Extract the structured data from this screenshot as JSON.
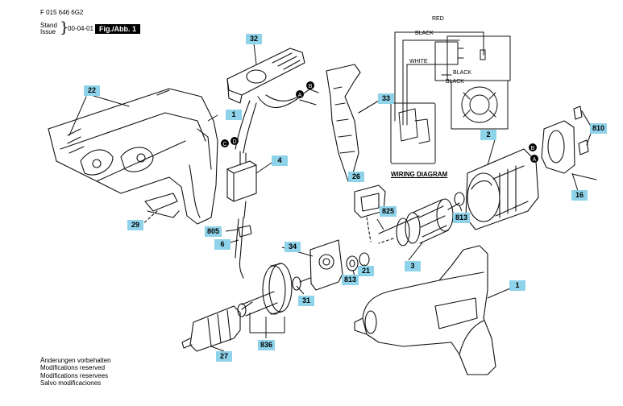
{
  "header": {
    "doc_id": "F 015 646 6G2",
    "stand_issue": [
      "Stand",
      "Issue"
    ],
    "date": "00-04-01",
    "fig_label": "Fig./Abb. 1"
  },
  "wiring": {
    "title": "WIRING DIAGRAM",
    "labels": [
      "RED",
      "BLACK",
      "WHITE",
      "BLACK",
      "BLACK"
    ]
  },
  "connectors": [
    "A",
    "B",
    "C",
    "D",
    "B",
    "A"
  ],
  "callouts": {
    "c32": "32",
    "c22": "22",
    "c1a": "1",
    "c33": "33",
    "c2": "2",
    "c810": "810",
    "c4": "4",
    "c26": "26",
    "c16": "16",
    "c825": "825",
    "c813a": "813",
    "c29": "29",
    "c805": "805",
    "c6": "6",
    "c34": "34",
    "c21": "21",
    "c3": "3",
    "c813b": "813",
    "c1b": "1",
    "c31": "31",
    "c27": "27",
    "c836": "836"
  },
  "notes": [
    "Änderungen vorbehalten",
    "Modifications reserved",
    "Modifications reservees",
    "Salvo modificaciones"
  ]
}
